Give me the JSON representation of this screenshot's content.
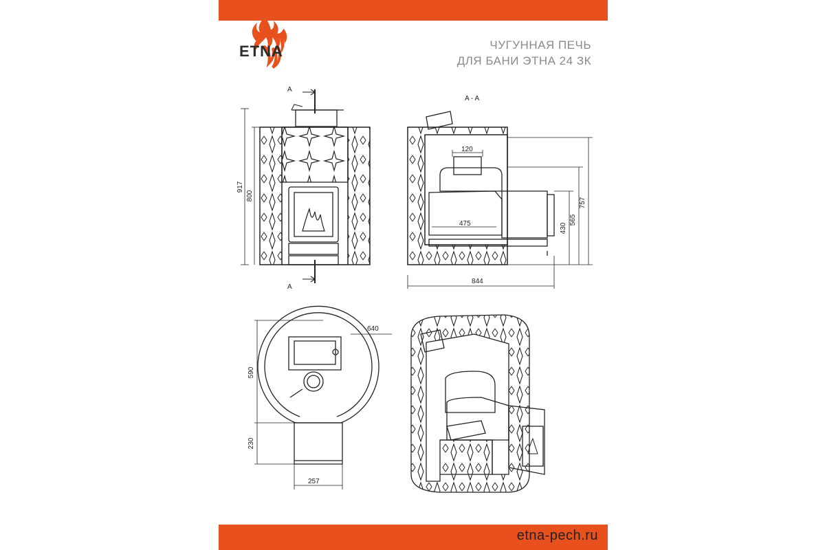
{
  "brand": {
    "name": "ETNA",
    "flame_icon": "flame-logo-icon",
    "accent_color": "#e8501e"
  },
  "title": {
    "line1": "ЧУГУННАЯ ПЕЧЬ",
    "line2": "ДЛЯ БАНИ ЭТНА 24 ЗК"
  },
  "footer": {
    "website": "etna-pech.ru"
  },
  "views": {
    "front": {
      "section_marker_top": "A",
      "section_marker_bottom": "A",
      "dim_total_height": "917",
      "dim_body_height": "800"
    },
    "section": {
      "label": "A - A",
      "dim_pipe_width": "120",
      "dim_firebox_length": "475",
      "dim_total_length": "844",
      "dim_door_height": "430",
      "dim_tunnel_height": "565",
      "dim_height_757": "757"
    },
    "top": {
      "dim_diameter": "640",
      "dim_depth": "590",
      "dim_tunnel_depth": "230",
      "dim_tunnel_width": "257"
    },
    "isometric": {
      "description_icon": "cutaway-stove-icon"
    }
  }
}
